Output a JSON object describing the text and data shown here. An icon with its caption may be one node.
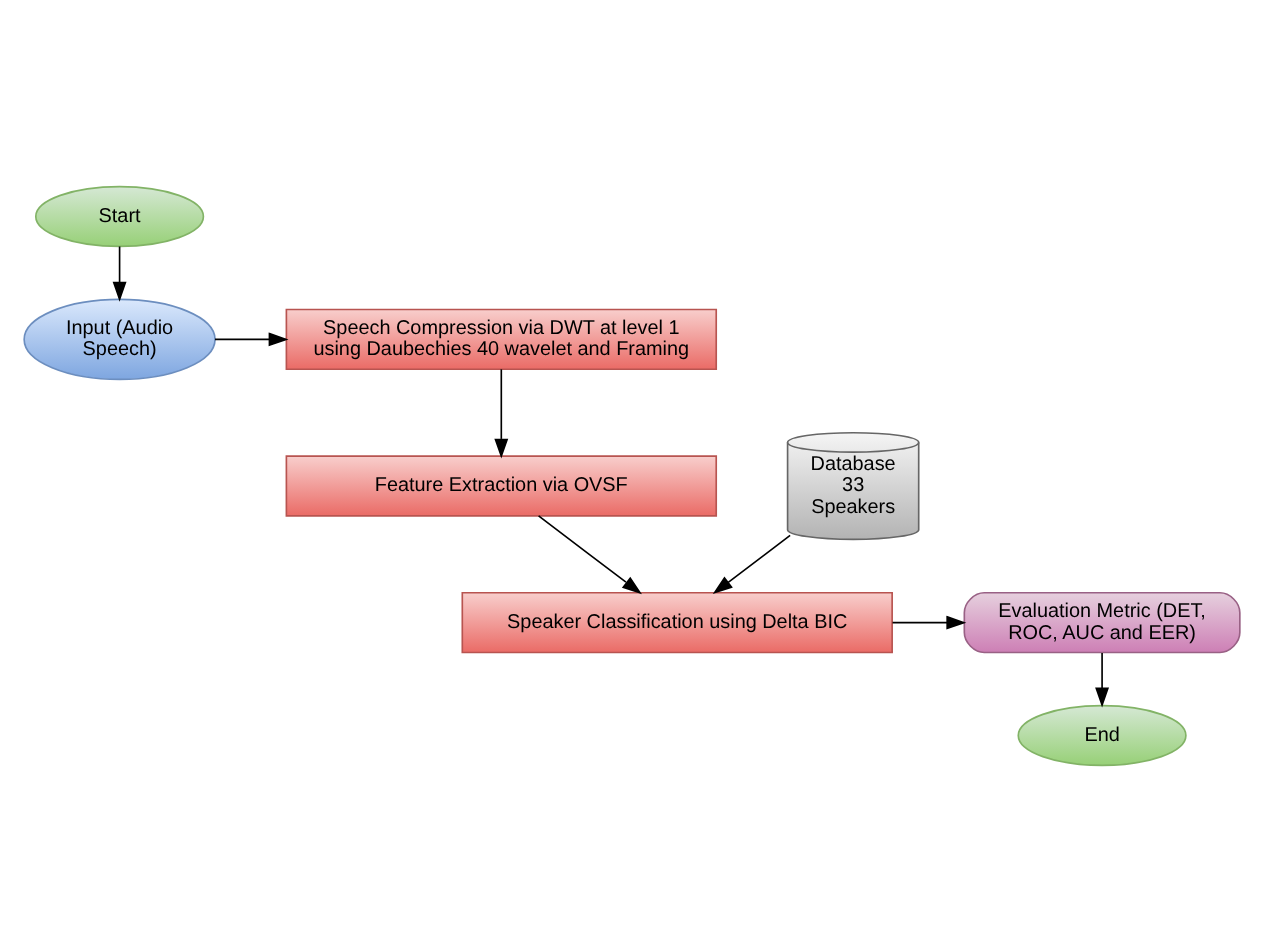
{
  "diagram": {
    "nodes": [
      {
        "text": [
          "Start"
        ]
      },
      {
        "text": [
          "Input (Audio Speech)"
        ]
      },
      {
        "text": [
          "Speech Compression via DWT at level 1 using Daubechies 40 wavelet and Framing"
        ]
      },
      {
        "text": [
          "Feature Extraction via OVSF"
        ]
      },
      {
        "text": [
          "Speaker Classification using Delta BIC"
        ]
      },
      {
        "text": [
          "Evaluation Metric (DET, ROC, AUC and EER)"
        ]
      },
      {
        "text": [
          "End"
        ]
      },
      {
        "text": [
          "Database",
          "33 Speakers"
        ]
      }
    ],
    "edges": [
      {
        "from": 0,
        "to": 1,
        "arrow": "to"
      },
      {
        "from": 1,
        "to": 2,
        "arrow": "to"
      },
      {
        "from": 2,
        "to": 3,
        "arrow": "to"
      },
      {
        "from": 3,
        "to": 4,
        "arrow": "to"
      },
      {
        "from": 7,
        "to": 4,
        "arrow": "to"
      },
      {
        "from": 4,
        "to": 5,
        "arrow": "to"
      },
      {
        "from": 5,
        "to": 6,
        "arrow": "to"
      }
    ]
  }
}
